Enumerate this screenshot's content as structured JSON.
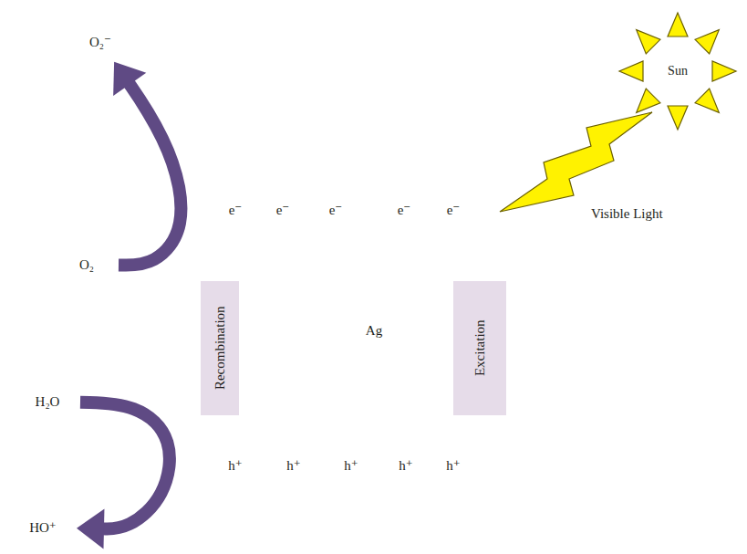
{
  "diagram": {
    "nodes": [
      {
        "text": [
          "Sun"
        ]
      },
      {
        "text": [
          "e⁻",
          "e⁻",
          "e⁻",
          "e⁻",
          "e⁻",
          "Ag",
          "h⁺",
          "h⁺",
          "h⁺",
          "h⁺",
          "h⁺"
        ]
      },
      {
        "text": [
          "Recombination"
        ],
        "in": 1
      },
      {
        "text": [
          "Excitation"
        ],
        "in": 1
      },
      {
        "text": [
          "O₂⁻"
        ]
      },
      {
        "text": [
          "O₂"
        ]
      },
      {
        "text": [
          "H₂O"
        ]
      },
      {
        "text": [
          "HO⁺"
        ]
      }
    ],
    "edges": [
      {
        "from": 5,
        "to": 4,
        "arrow": "to"
      },
      {
        "from": 6,
        "to": 7,
        "arrow": "to"
      }
    ],
    "labels": [
      "Visible Light"
    ]
  }
}
